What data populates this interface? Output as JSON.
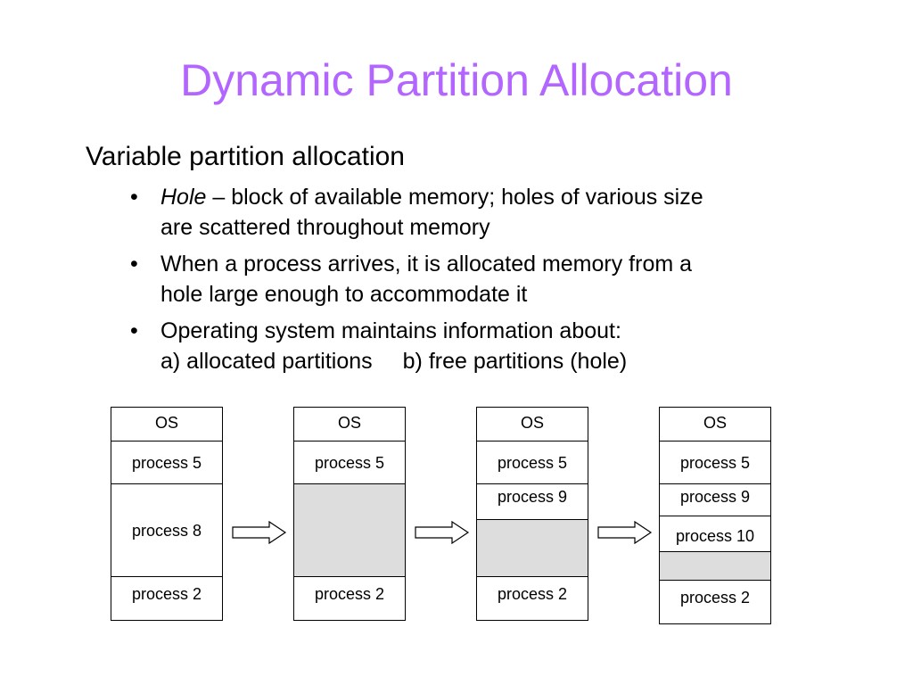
{
  "slide": {
    "title": "Dynamic Partition Allocation",
    "heading": "Variable partition allocation",
    "bullets": [
      {
        "lines": [
          "– block of available memory; holes of various size",
          "are scattered throughout memory"
        ],
        "emphasis": "Hole"
      },
      {
        "lines": [
          "When a process arrives, it is allocated memory from a",
          "hole large enough to accommodate it"
        ]
      },
      {
        "lines": [
          "Operating system maintains information about:"
        ],
        "sub": [
          "a) allocated partitions",
          "b) free partitions (hole)"
        ]
      }
    ],
    "bullet_glyph": "•"
  },
  "diagram": {
    "hole_color": "#dddddd",
    "title_color": "#b366ff",
    "states": [
      {
        "blocks": [
          {
            "label": "OS"
          },
          {
            "label": "process 5"
          },
          {
            "label": "process 8"
          },
          {
            "label": "process 2"
          }
        ]
      },
      {
        "blocks": [
          {
            "label": "OS"
          },
          {
            "label": "process 5"
          },
          {
            "label": ""
          },
          {
            "label": "process 2"
          }
        ]
      },
      {
        "blocks": [
          {
            "label": "OS"
          },
          {
            "label": "process 5"
          },
          {
            "label": "process 9"
          },
          {
            "label": ""
          },
          {
            "label": "process 2"
          }
        ]
      },
      {
        "blocks": [
          {
            "label": "OS"
          },
          {
            "label": "process 5"
          },
          {
            "label": "process 9"
          },
          {
            "label": "process 10"
          },
          {
            "label": ""
          },
          {
            "label": "process 2"
          }
        ]
      }
    ]
  }
}
